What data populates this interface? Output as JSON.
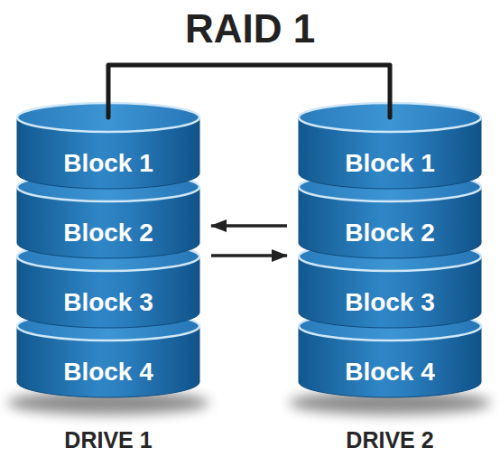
{
  "diagram": {
    "title": "RAID 1",
    "nodes": [
      {
        "text": [
          "DRIVE 1"
        ]
      },
      {
        "text": [
          "Block 1"
        ],
        "in": 0
      },
      {
        "text": [
          "Block 2"
        ],
        "in": 0
      },
      {
        "text": [
          "Block 3"
        ],
        "in": 0
      },
      {
        "text": [
          "Block 4"
        ],
        "in": 0
      },
      {
        "text": [
          "DRIVE 2"
        ]
      },
      {
        "text": [
          "Block 1"
        ],
        "in": 5
      },
      {
        "text": [
          "Block 2"
        ],
        "in": 5
      },
      {
        "text": [
          "Block 3"
        ],
        "in": 5
      },
      {
        "text": [
          "Block 4"
        ],
        "in": 5
      }
    ],
    "edges": [
      {
        "from": 0,
        "to": 5,
        "arrow": "none"
      },
      {
        "from": 5,
        "to": 0,
        "arrow": "to"
      },
      {
        "from": 0,
        "to": 5,
        "arrow": "to"
      }
    ]
  }
}
